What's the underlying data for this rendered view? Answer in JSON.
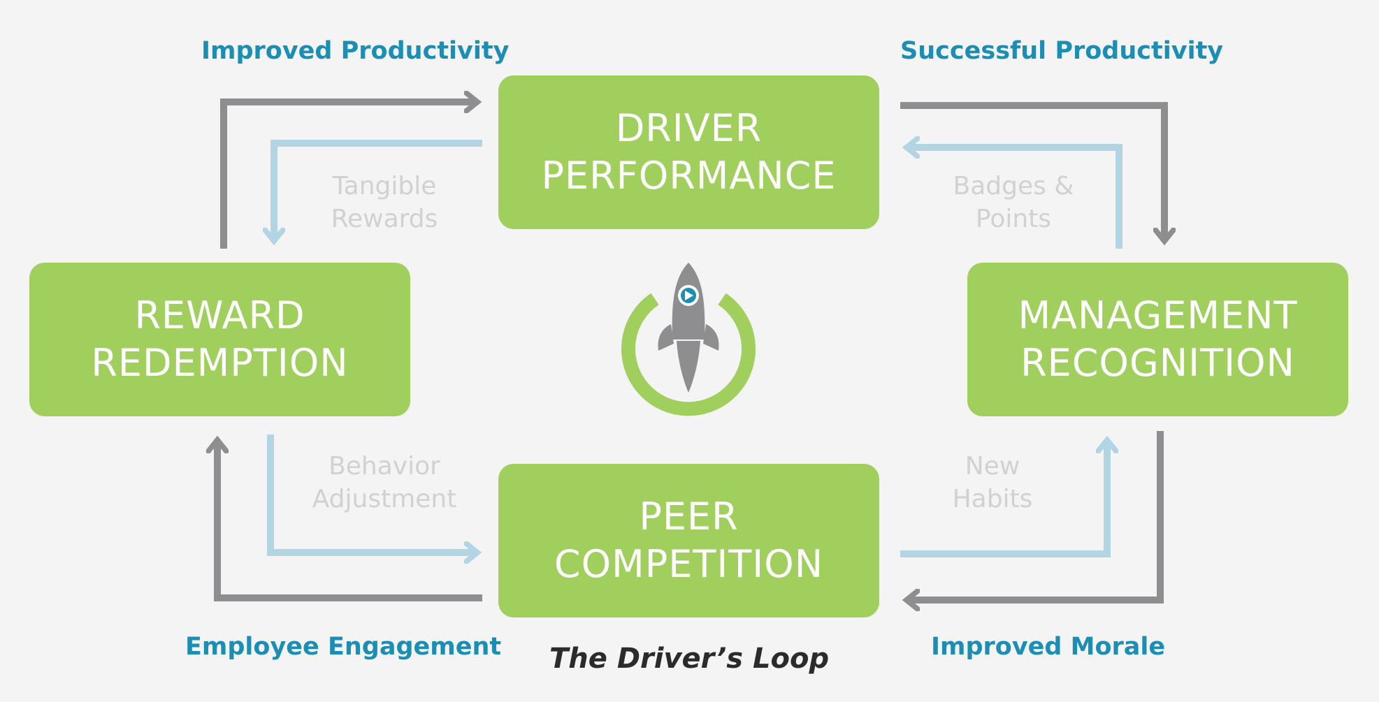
{
  "title": "The Driver’s Loop",
  "nodes": {
    "driver_performance": [
      "DRIVER",
      "PERFORMANCE"
    ],
    "reward_redemption": [
      "REWARD",
      "REDEMPTION"
    ],
    "management_recognition": [
      "MANAGEMENT",
      "RECOGNITION"
    ],
    "peer_competition": [
      "PEER",
      "COMPETITION"
    ]
  },
  "outcomes": {
    "top_left": "Improved Productivity",
    "top_right": "Successful Productivity",
    "bottom_left": "Employee Engagement",
    "bottom_right": "Improved Morale"
  },
  "mechanics": {
    "top_left": [
      "Tangible",
      "Rewards"
    ],
    "top_right": [
      "Badges &",
      "Points"
    ],
    "bottom_left": [
      "Behavior",
      "Adjustment"
    ],
    "bottom_right": [
      "New",
      "Habits"
    ]
  },
  "logo": {
    "icon": "rocket-power-icon"
  },
  "colors": {
    "background": "#f4f4f4",
    "node_fill": "#a0cf5e",
    "node_text": "#ffffff",
    "outcome_text": "#1d8eb3",
    "mechanic_text": "#cfd1d3",
    "outer_arrow": "#8e8e91",
    "inner_arrow": "#b3d4e2",
    "title_text": "#2b2b2b"
  }
}
